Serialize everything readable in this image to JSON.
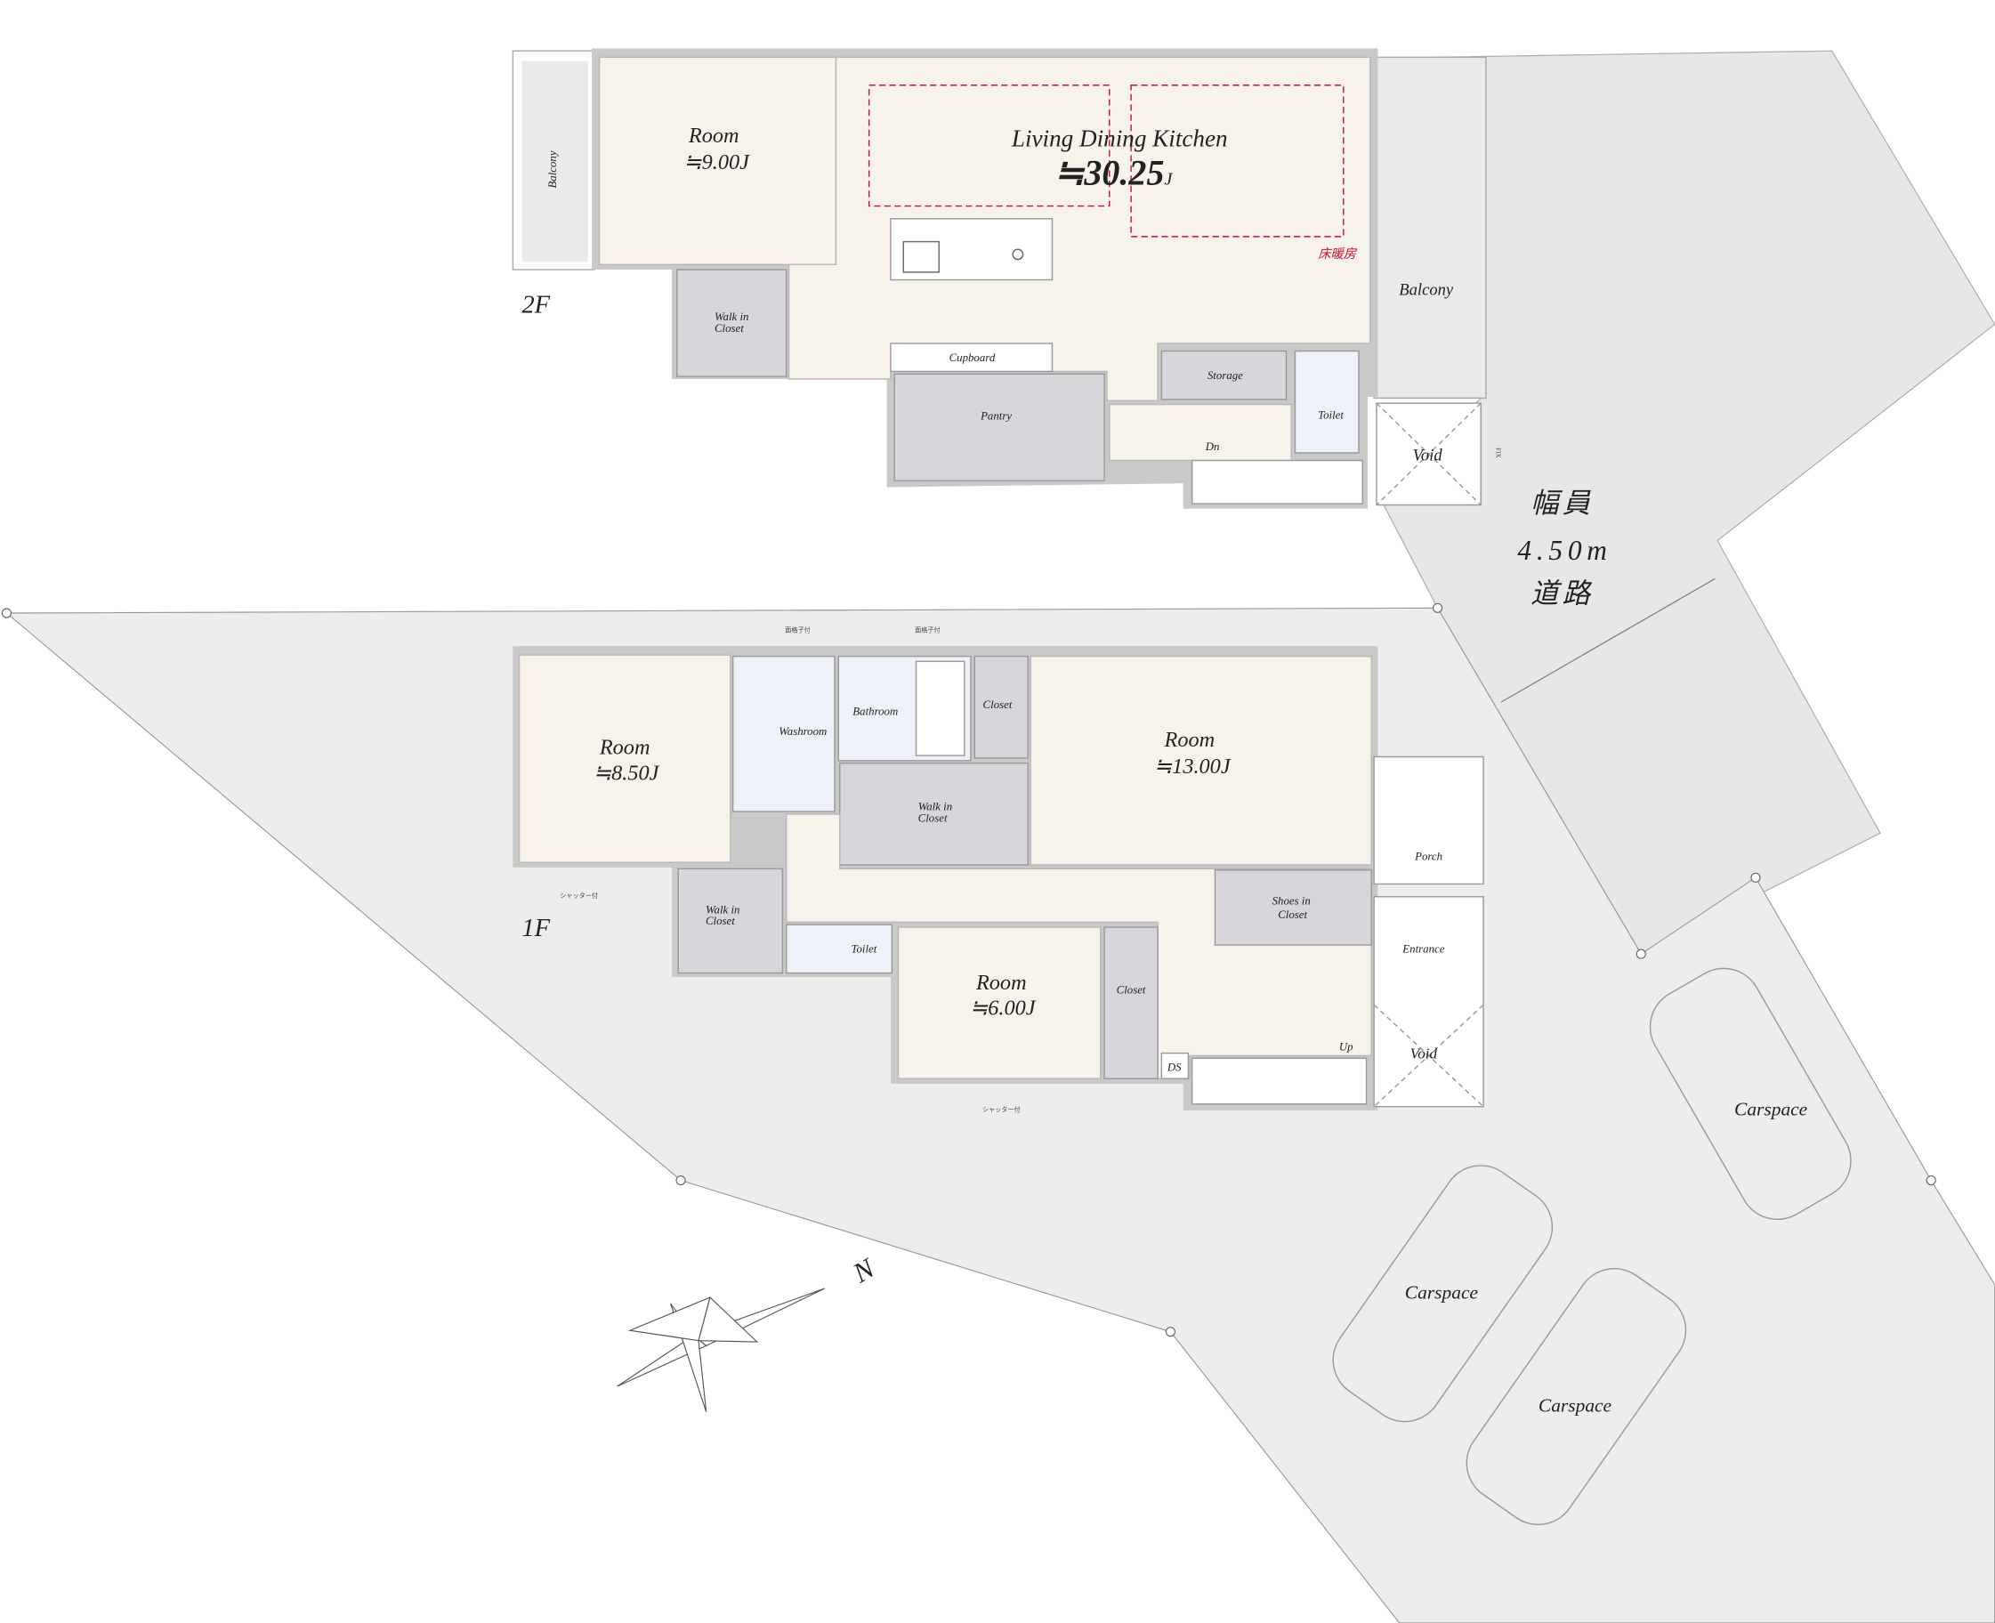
{
  "floors": {
    "second": {
      "label": "2F",
      "balcony_left": "Balcony",
      "room": {
        "name": "Room",
        "area": "≒9.00J"
      },
      "ldk": {
        "name": "Living Dining Kitchen",
        "area": "≒30.25",
        "unit": "J"
      },
      "floor_heating": "床暖房",
      "walk_in_closet": [
        "Walk in",
        "Closet"
      ],
      "cupboard": "Cupboard",
      "pantry": "Pantry",
      "storage": "Storage",
      "toilet": "Toilet",
      "down": "Dn",
      "void": "Void",
      "balcony_right": "Balcony",
      "fix": "FIX"
    },
    "first": {
      "label": "1F",
      "room_west": {
        "name": "Room",
        "area": "≒8.50J"
      },
      "washroom": "Washroom",
      "bathroom": "Bathroom",
      "closet_north": "Closet",
      "walk_in_closet_center": [
        "Walk in",
        "Closet"
      ],
      "room_east": {
        "name": "Room",
        "area": "≒13.00J"
      },
      "walk_in_closet_west": [
        "Walk in",
        "Closet"
      ],
      "toilet": "Toilet",
      "room_south": {
        "name": "Room",
        "area": "≒6.00J"
      },
      "closet_south": "Closet",
      "ds": "DS",
      "up": "Up",
      "shoes_closet": [
        "Shoes in",
        "Closet"
      ],
      "porch": "Porch",
      "entrance": "Entrance",
      "void": "Void",
      "notes": {
        "shutter": "シャッター付",
        "lattice": "面格子付"
      }
    }
  },
  "road": {
    "line1": "幅員",
    "line2": "4.50m",
    "line3": "道路"
  },
  "compass": {
    "north": "N"
  },
  "carspaces": [
    "Carspace",
    "Carspace",
    "Carspace"
  ],
  "colors": {
    "floor_heating": "#c8102e",
    "site": "#eceded",
    "wall": "#c9c9c9"
  }
}
